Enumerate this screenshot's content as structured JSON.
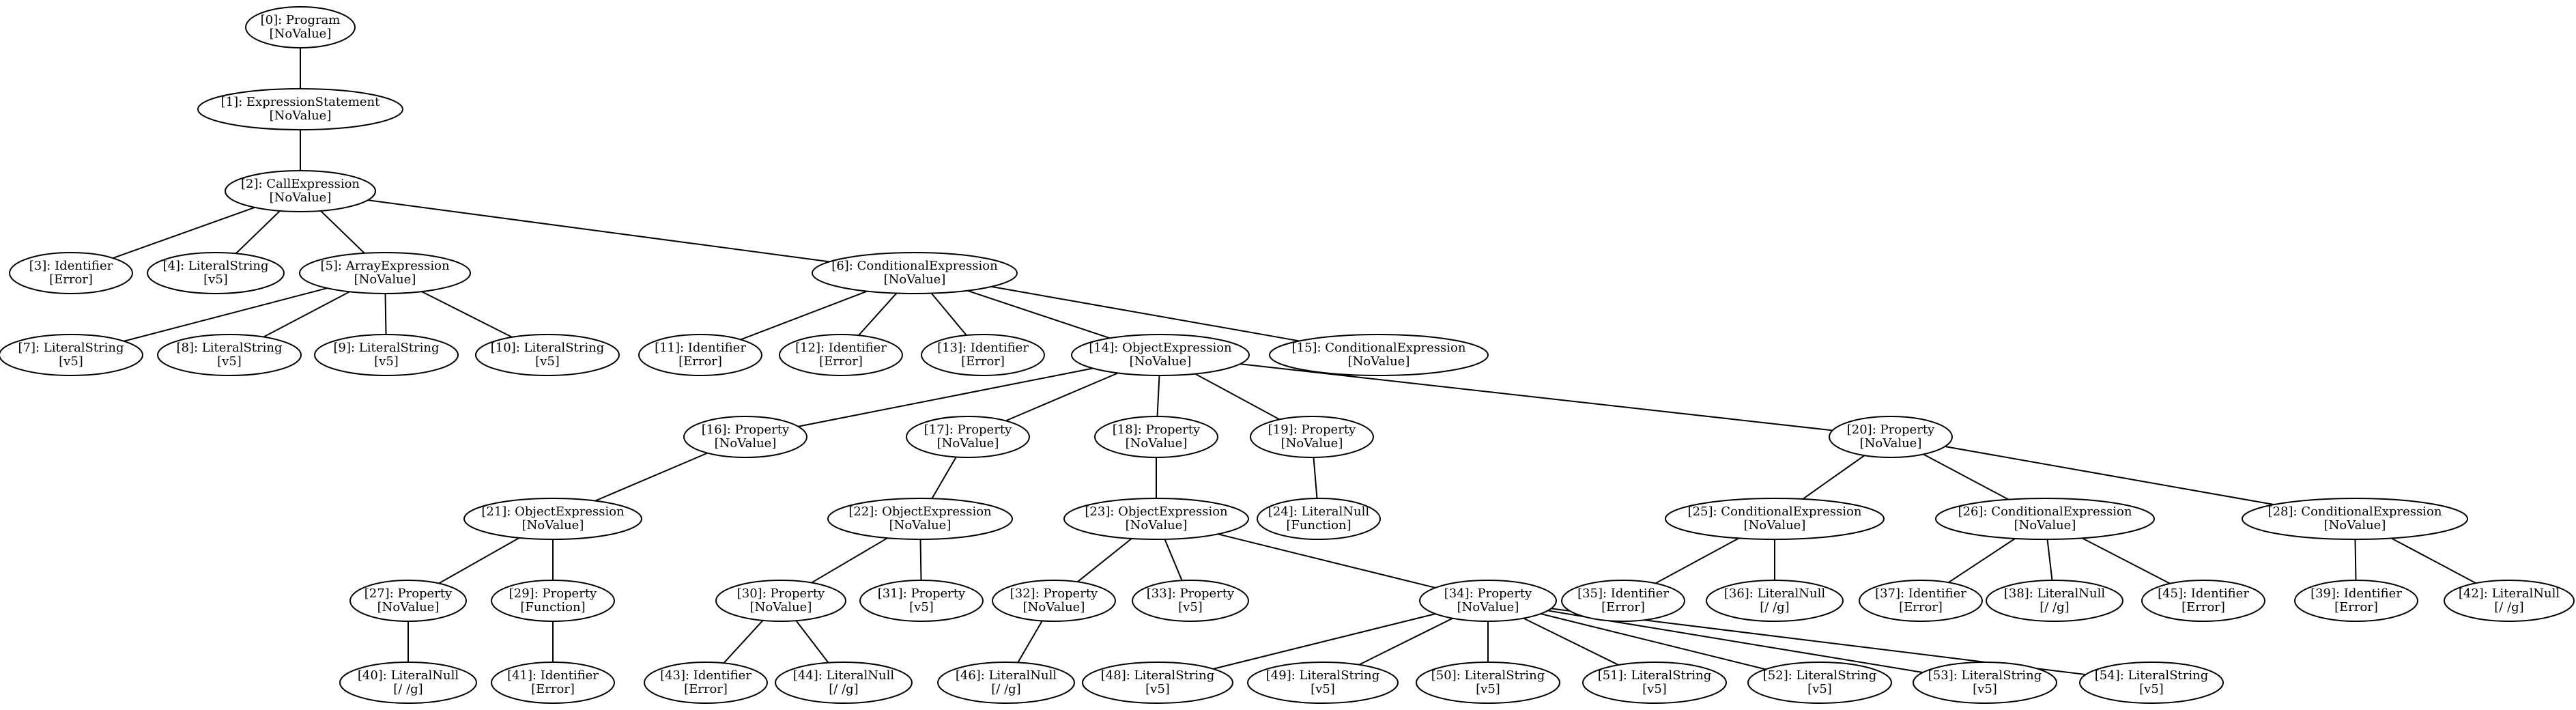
{
  "graph": {
    "nodes": [
      {
        "id": 0,
        "line1": "[0]: Program",
        "line2": "[NoValue]"
      },
      {
        "id": 1,
        "line1": "[1]: ExpressionStatement",
        "line2": "[NoValue]"
      },
      {
        "id": 2,
        "line1": "[2]: CallExpression",
        "line2": "[NoValue]"
      },
      {
        "id": 3,
        "line1": "[3]: Identifier",
        "line2": "[Error]"
      },
      {
        "id": 4,
        "line1": "[4]: LiteralString",
        "line2": "[v5]"
      },
      {
        "id": 5,
        "line1": "[5]: ArrayExpression",
        "line2": "[NoValue]"
      },
      {
        "id": 6,
        "line1": "[6]: ConditionalExpression",
        "line2": "[NoValue]"
      },
      {
        "id": 7,
        "line1": "[7]: LiteralString",
        "line2": "[v5]"
      },
      {
        "id": 8,
        "line1": "[8]: LiteralString",
        "line2": "[v5]"
      },
      {
        "id": 9,
        "line1": "[9]: LiteralString",
        "line2": "[v5]"
      },
      {
        "id": 10,
        "line1": "[10]: LiteralString",
        "line2": "[v5]"
      },
      {
        "id": 11,
        "line1": "[11]: Identifier",
        "line2": "[Error]"
      },
      {
        "id": 12,
        "line1": "[12]: Identifier",
        "line2": "[Error]"
      },
      {
        "id": 13,
        "line1": "[13]: Identifier",
        "line2": "[Error]"
      },
      {
        "id": 14,
        "line1": "[14]: ObjectExpression",
        "line2": "[NoValue]"
      },
      {
        "id": 15,
        "line1": "[15]: ConditionalExpression",
        "line2": "[NoValue]"
      },
      {
        "id": 16,
        "line1": "[16]: Property",
        "line2": "[NoValue]"
      },
      {
        "id": 17,
        "line1": "[17]: Property",
        "line2": "[NoValue]"
      },
      {
        "id": 18,
        "line1": "[18]: Property",
        "line2": "[NoValue]"
      },
      {
        "id": 19,
        "line1": "[19]: Property",
        "line2": "[NoValue]"
      },
      {
        "id": 20,
        "line1": "[20]: Property",
        "line2": "[NoValue]"
      },
      {
        "id": 21,
        "line1": "[21]: ObjectExpression",
        "line2": "[NoValue]"
      },
      {
        "id": 22,
        "line1": "[22]: ObjectExpression",
        "line2": "[NoValue]"
      },
      {
        "id": 23,
        "line1": "[23]: ObjectExpression",
        "line2": "[NoValue]"
      },
      {
        "id": 24,
        "line1": "[24]: LiteralNull",
        "line2": "[Function]"
      },
      {
        "id": 25,
        "line1": "[25]: ConditionalExpression",
        "line2": "[NoValue]"
      },
      {
        "id": 26,
        "line1": "[26]: ConditionalExpression",
        "line2": "[NoValue]"
      },
      {
        "id": 28,
        "line1": "[28]: ConditionalExpression",
        "line2": "[NoValue]"
      },
      {
        "id": 27,
        "line1": "[27]: Property",
        "line2": "[NoValue]"
      },
      {
        "id": 29,
        "line1": "[29]: Property",
        "line2": "[Function]"
      },
      {
        "id": 30,
        "line1": "[30]: Property",
        "line2": "[NoValue]"
      },
      {
        "id": 31,
        "line1": "[31]: Property",
        "line2": "[v5]"
      },
      {
        "id": 32,
        "line1": "[32]: Property",
        "line2": "[NoValue]"
      },
      {
        "id": 33,
        "line1": "[33]: Property",
        "line2": "[v5]"
      },
      {
        "id": 34,
        "line1": "[34]: Property",
        "line2": "[NoValue]"
      },
      {
        "id": 35,
        "line1": "[35]: Identifier",
        "line2": "[Error]"
      },
      {
        "id": 36,
        "line1": "[36]: LiteralNull",
        "line2": "[/ /g]"
      },
      {
        "id": 37,
        "line1": "[37]: Identifier",
        "line2": "[Error]"
      },
      {
        "id": 38,
        "line1": "[38]: LiteralNull",
        "line2": "[/ /g]"
      },
      {
        "id": 45,
        "line1": "[45]: Identifier",
        "line2": "[Error]"
      },
      {
        "id": 39,
        "line1": "[39]: Identifier",
        "line2": "[Error]"
      },
      {
        "id": 42,
        "line1": "[42]: LiteralNull",
        "line2": "[/ /g]"
      },
      {
        "id": 40,
        "line1": "[40]: LiteralNull",
        "line2": "[/ /g]"
      },
      {
        "id": 41,
        "line1": "[41]: Identifier",
        "line2": "[Error]"
      },
      {
        "id": 43,
        "line1": "[43]: Identifier",
        "line2": "[Error]"
      },
      {
        "id": 44,
        "line1": "[44]: LiteralNull",
        "line2": "[/ /g]"
      },
      {
        "id": 46,
        "line1": "[46]: LiteralNull",
        "line2": "[/ /g]"
      },
      {
        "id": 48,
        "line1": "[48]: LiteralString",
        "line2": "[v5]"
      },
      {
        "id": 49,
        "line1": "[49]: LiteralString",
        "line2": "[v5]"
      },
      {
        "id": 50,
        "line1": "[50]: LiteralString",
        "line2": "[v5]"
      },
      {
        "id": 51,
        "line1": "[51]: LiteralString",
        "line2": "[v5]"
      },
      {
        "id": 52,
        "line1": "[52]: LiteralString",
        "line2": "[v5]"
      },
      {
        "id": 53,
        "line1": "[53]: LiteralString",
        "line2": "[v5]"
      },
      {
        "id": 54,
        "line1": "[54]: LiteralString",
        "line2": "[v5]"
      }
    ],
    "edges": [
      [
        0,
        1
      ],
      [
        1,
        2
      ],
      [
        2,
        3
      ],
      [
        2,
        4
      ],
      [
        2,
        5
      ],
      [
        2,
        6
      ],
      [
        5,
        7
      ],
      [
        5,
        8
      ],
      [
        5,
        9
      ],
      [
        5,
        10
      ],
      [
        6,
        11
      ],
      [
        6,
        12
      ],
      [
        6,
        13
      ],
      [
        6,
        14
      ],
      [
        6,
        15
      ],
      [
        14,
        16
      ],
      [
        14,
        17
      ],
      [
        14,
        18
      ],
      [
        14,
        19
      ],
      [
        14,
        20
      ],
      [
        16,
        21
      ],
      [
        17,
        22
      ],
      [
        18,
        23
      ],
      [
        19,
        24
      ],
      [
        20,
        25
      ],
      [
        20,
        26
      ],
      [
        20,
        28
      ],
      [
        21,
        27
      ],
      [
        21,
        29
      ],
      [
        22,
        30
      ],
      [
        22,
        31
      ],
      [
        23,
        32
      ],
      [
        23,
        33
      ],
      [
        23,
        34
      ],
      [
        25,
        35
      ],
      [
        25,
        36
      ],
      [
        26,
        37
      ],
      [
        26,
        38
      ],
      [
        26,
        45
      ],
      [
        28,
        39
      ],
      [
        28,
        42
      ],
      [
        27,
        40
      ],
      [
        29,
        41
      ],
      [
        30,
        43
      ],
      [
        30,
        44
      ],
      [
        32,
        46
      ],
      [
        34,
        48
      ],
      [
        34,
        49
      ],
      [
        34,
        50
      ],
      [
        34,
        51
      ],
      [
        34,
        52
      ],
      [
        34,
        53
      ],
      [
        34,
        54
      ]
    ]
  }
}
